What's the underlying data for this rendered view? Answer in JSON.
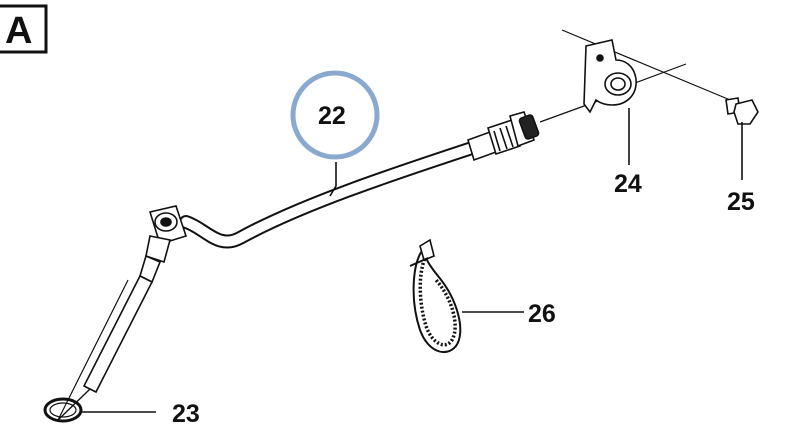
{
  "diagram": {
    "section_label": "A",
    "highlight_color": "#8aa9cf",
    "line_color": "#111111",
    "callouts": {
      "hose": "22",
      "o_ring": "23",
      "bracket": "24",
      "bolt": "25",
      "cable_tie": "26"
    }
  }
}
